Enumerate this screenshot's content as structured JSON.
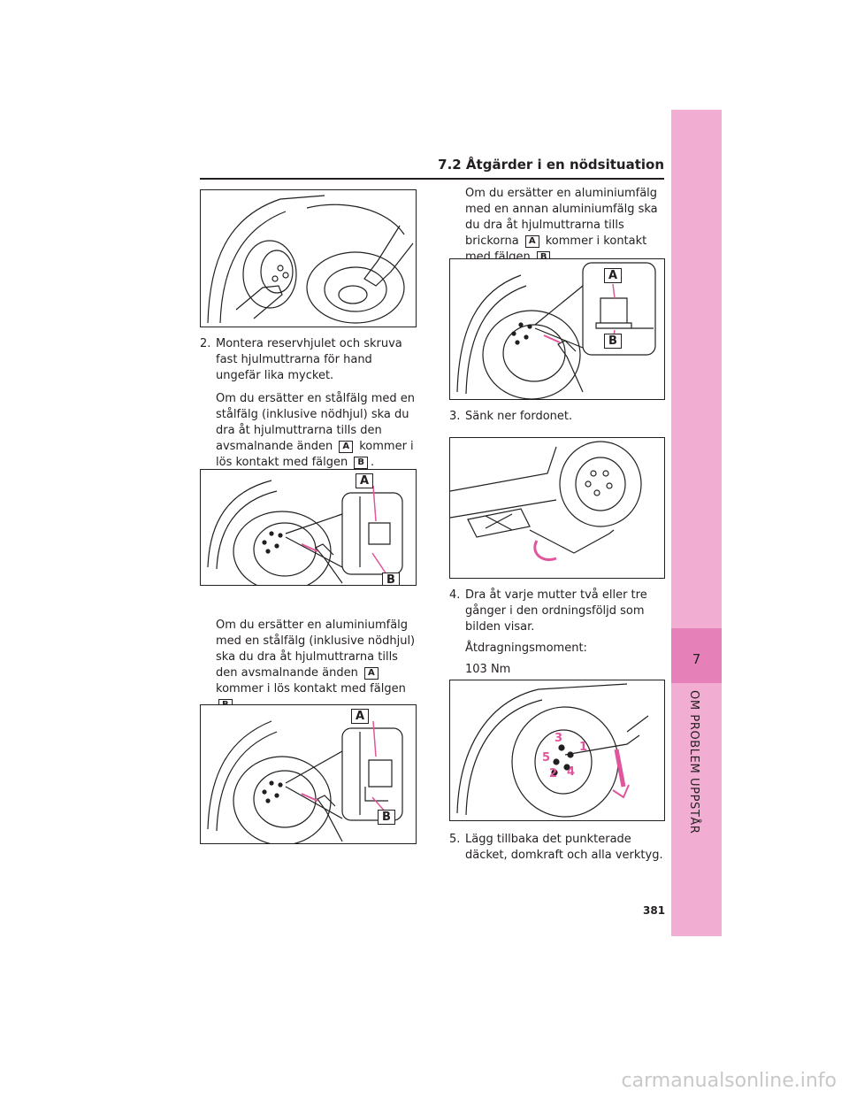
{
  "header": {
    "section": "7.2 Åtgärder i en nödsituation"
  },
  "sidebar": {
    "chapter_number": "7",
    "chapter_title": "OM PROBLEM UPPSTÅR"
  },
  "page_number": "381",
  "figure_labels": {
    "a": "A",
    "b": "B",
    "n1": "1",
    "n2": "2",
    "n3": "3",
    "n4": "4",
    "n5": "5"
  },
  "left": {
    "step2": {
      "number": "2.",
      "text": "Montera reservhjulet och skruva fast hjulmuttrarna för hand ungefär lika mycket.",
      "para1_before": "Om du ersätter en stålfälg med en stålfälg (inklusive nödhjul) ska du dra åt hjulmuttrarna tills den avsmalnande änden",
      "para1_mid": "kommer i lös kontakt med fälgen",
      "para1_end": ".",
      "para2_before": "Om du ersätter en aluminiumfälg med en stålfälg (inklusive nödhjul) ska du dra åt hjulmuttrarna tills den avsmalnande änden",
      "para2_mid": "kommer i lös kontakt med fälgen",
      "para2_end": "."
    }
  },
  "right": {
    "para_alu_before": "Om du ersätter en aluminiumfälg med en annan aluminiumfälg ska du dra åt hjulmuttrarna tills brickorna",
    "para_alu_mid": "kommer i kontakt med fälgen",
    "para_alu_end": ".",
    "step3": {
      "number": "3.",
      "text": "Sänk ner fordonet."
    },
    "step4": {
      "number": "4.",
      "text": "Dra åt varje mutter två eller tre gånger i den ordningsföljd som bilden visar.",
      "torque_label": "Åtdragningsmoment:",
      "torque_value": "103 Nm"
    },
    "step5": {
      "number": "5.",
      "text": "Lägg tillbaka det punkterade däcket, domkraft och alla verktyg."
    }
  },
  "watermark": "carmanualsonline.info",
  "colors": {
    "sidebar": "#f2aed2",
    "sidebar_active": "#e580b8",
    "accent_pink": "#e0569c"
  }
}
